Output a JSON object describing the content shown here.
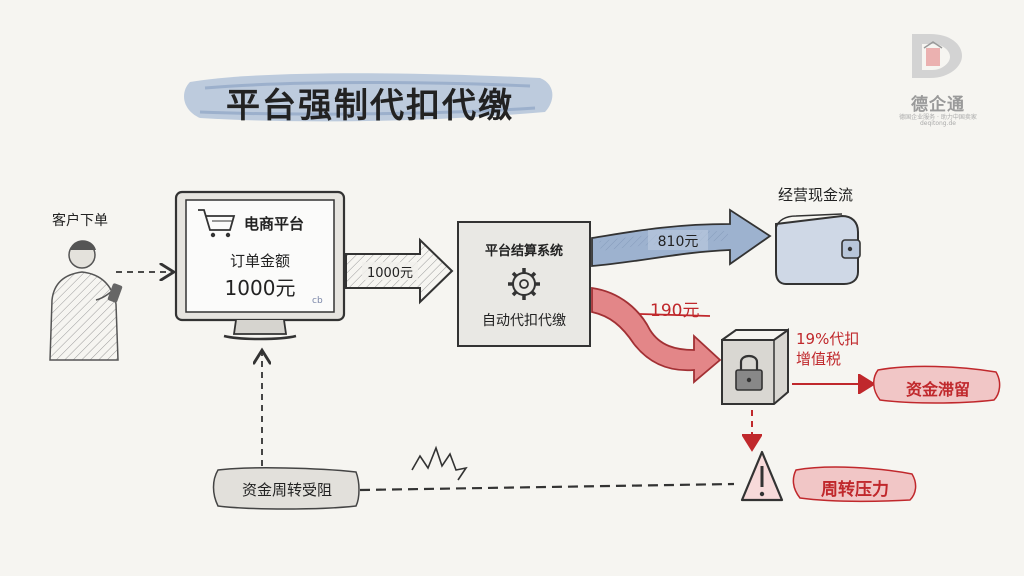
{
  "title": "平台强制代扣代缴",
  "brand": {
    "logo_letter": "D",
    "name": "德企通",
    "subtitle": "德国企业服务 · 助力中国卖家",
    "url": "deqitong.de"
  },
  "customer": {
    "label": "客户下单"
  },
  "platform": {
    "name": "电商平台",
    "order_label": "订单金额",
    "order_amount": "1000元"
  },
  "flow_to_settlement": "1000元",
  "settlement": {
    "name": "平台结算系统",
    "action": "自动代扣代缴"
  },
  "cash_flow": {
    "amount": "810元",
    "label": "经营现金流"
  },
  "withheld": {
    "amount": "190元",
    "vat_line1": "19%代扣",
    "vat_line2": "增值税",
    "stuck_label": "资金滞留"
  },
  "turnover_blocked": "资金周转受阻",
  "turnover_pressure": "周转压力",
  "colors": {
    "blue": "#8fa6c4",
    "red": "#d9686a",
    "accent_red": "#c0282c"
  }
}
